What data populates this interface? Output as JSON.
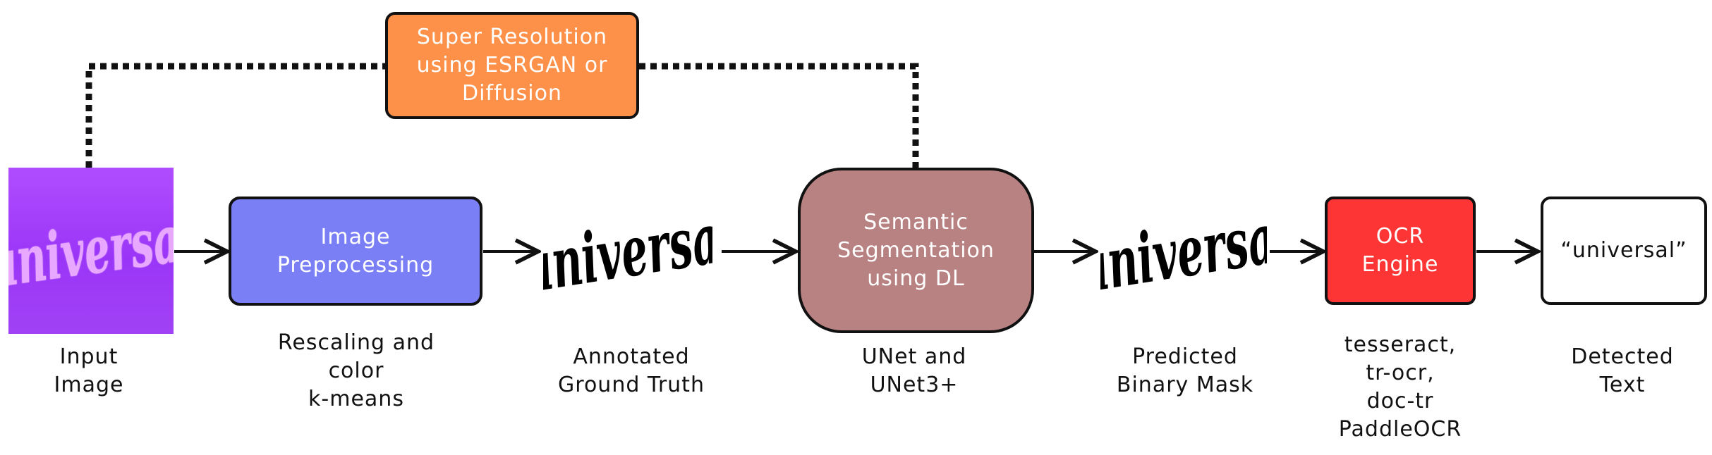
{
  "nodes": {
    "input_word": "universal",
    "preprocessing": "Image\nPreprocessing",
    "ground_truth_word": "universal",
    "segmentation": "Semantic\nSegmentation\nusing DL",
    "predicted_word": "universal",
    "ocr_engine": "OCR\nEngine",
    "detected_text": "“universal”",
    "super_resolution": "Super Resolution\nusing ESRGAN or\nDiffusion"
  },
  "captions": {
    "input_image": "Input\nImage",
    "preprocessing": "Rescaling and\ncolor\nk-means",
    "ground_truth": "Annotated\nGround Truth",
    "segmentation": "UNet and\nUNet3+",
    "predicted": "Predicted\nBinary Mask",
    "ocr": "tesseract,\ntr-ocr,\ndoc-tr\nPaddleOCR",
    "detected": "Detected\nText"
  },
  "colors": {
    "preprocessing": "#7b7ff5",
    "segmentation": "#b98282",
    "ocr_engine": "#fe3535",
    "super_resolution": "#fd914a",
    "detected_text": "#ffffff",
    "input_image": "#a23ef7"
  }
}
